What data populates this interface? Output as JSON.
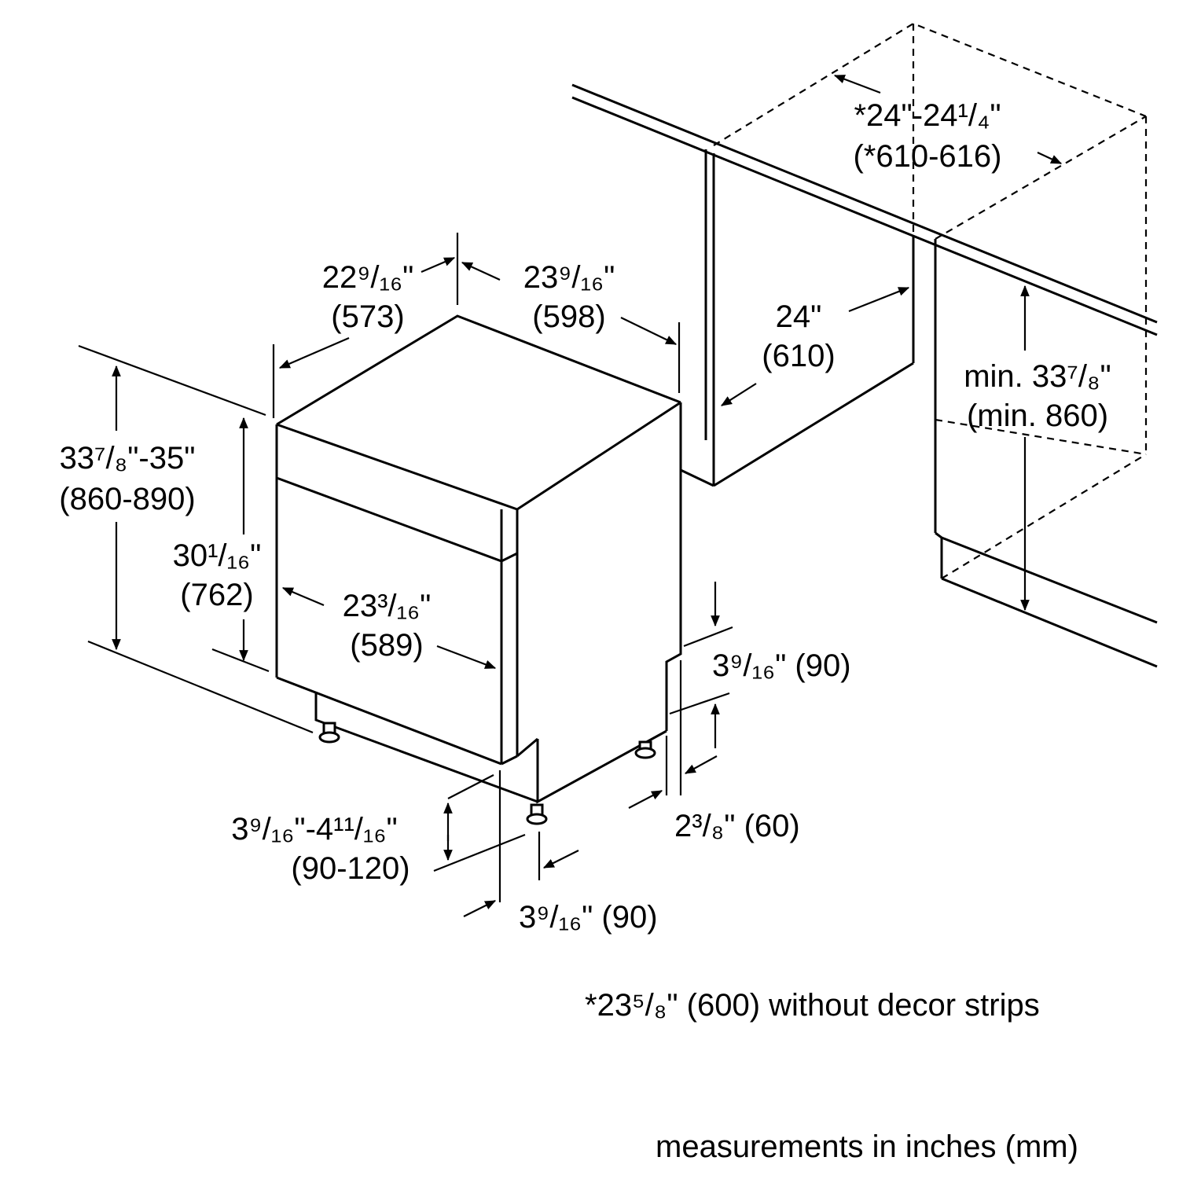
{
  "labels": {
    "cutout_width": {
      "l1": "*24\"-24¹/₄\"",
      "l2": "(*610-616)"
    },
    "depth_left": {
      "l1": "22⁹/₁₆\"",
      "l2": "(573)"
    },
    "width_top": {
      "l1": "23⁹/₁₆\"",
      "l2": "(598)"
    },
    "cutout_depth": {
      "l1": "24\"",
      "l2": "(610)"
    },
    "cutout_height": {
      "l1": "min. 33⁷/₈\"",
      "l2": "(min. 860)"
    },
    "total_height": {
      "l1": "33⁷/₈\"-35\"",
      "l2": "(860-890)"
    },
    "door_height": {
      "l1": "30¹/₁₆\"",
      "l2": "(762)"
    },
    "door_width": {
      "l1": "23³/₁₆\"",
      "l2": "(589)"
    },
    "plinth_height": {
      "l1": "3⁹/₁₆\" (90)"
    },
    "foot_height": {
      "l1": "3⁹/₁₆\"-4¹¹/₁₆\"",
      "l2": "(90-120)"
    },
    "side_offset": {
      "l1": "2³/₈\" (60)"
    },
    "front_offset": {
      "l1": "3⁹/₁₆\" (90)"
    }
  },
  "notes": {
    "decor": "*23⁵/₈\" (600) without decor strips",
    "units": "measurements in inches (mm)"
  }
}
